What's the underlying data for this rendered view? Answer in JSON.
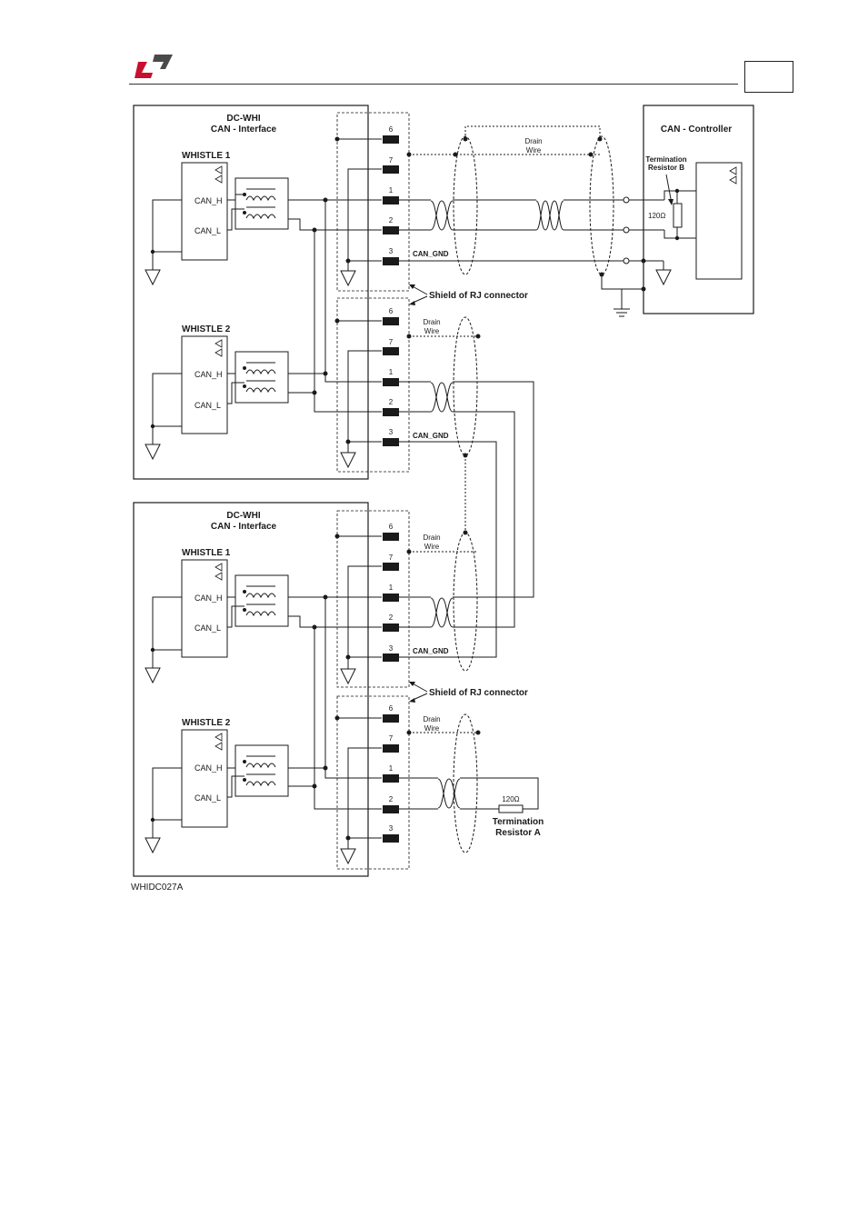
{
  "colors": {
    "logo_red": "#c8102e",
    "logo_dark": "#4a4a4a",
    "line": "#1a1a1a",
    "connector": "#1a1a1a"
  },
  "icons": {
    "logo": "company-logo",
    "ground": "ground-triangle-icon",
    "earth": "earth-ground-icon",
    "transformer": "common-mode-choke-icon",
    "twist": "twisted-pair-icon"
  },
  "header": {
    "page_number": ""
  },
  "figure_id": "WHIDC027A",
  "interfaces": [
    {
      "title": "DC-WHI",
      "subtitle": "CAN -  Interface"
    },
    {
      "title": "DC-WHI",
      "subtitle": "CAN -  Interface"
    }
  ],
  "whistle_labels": [
    "WHISTLE 1",
    "WHISTLE 2",
    "WHISTLE 1",
    "WHISTLE 2"
  ],
  "signals": {
    "can_h": "CAN_H",
    "can_l": "CAN_L",
    "can_gnd": "CAN_GND"
  },
  "pins": [
    "6",
    "7",
    "1",
    "2",
    "3"
  ],
  "drain_wire": {
    "line1": "Drain",
    "line2": "Wire"
  },
  "shield_label": "Shield of RJ connector",
  "controller": {
    "title": "CAN -  Controller",
    "termination_line1": "Termination",
    "termination_line2": "Resistor B",
    "resistor_value": "120Ω"
  },
  "termination_a": {
    "resistor_value": "120Ω",
    "line1": "Termination",
    "line2": "Resistor A"
  }
}
